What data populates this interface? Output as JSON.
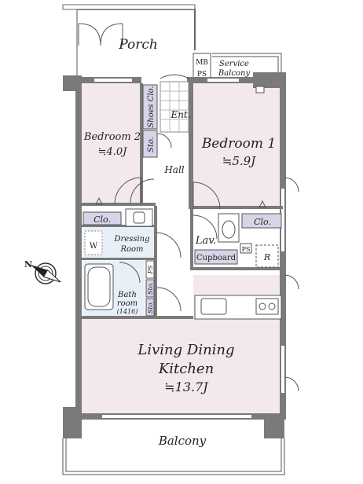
{
  "rooms": {
    "porch": "Porch",
    "mbps_line1": "MB",
    "mbps_line2": "PS",
    "service_balcony_line1": "Service",
    "service_balcony_line2": "Balcony",
    "shoes_clo": "Shoes Clo.",
    "ent": "Ent.",
    "sto_ent": "Sto.",
    "bedroom2_name": "Bedroom 2",
    "bedroom2_size": "≒4.0J",
    "bedroom1_name": "Bedroom 1",
    "bedroom1_size": "≒5.9J",
    "hall": "Hall",
    "clo_left": "Clo.",
    "clo_right": "Clo.",
    "dressing_line1": "Dressing",
    "dressing_line2": "Room",
    "lav": "Lav.",
    "ps_small": "PS",
    "cupboard": "Cupboard",
    "r_mark": "R",
    "bath_line1": "Bath",
    "bath_line2": "room",
    "bath_size": "(1416)",
    "ps_vertical": "PS",
    "sto_1": "Sto.",
    "sto_2": "Sto.",
    "ldk_line1": "Living Dining",
    "ldk_line2": "Kitchen",
    "ldk_size": "≒13.7J",
    "balcony": "Balcony",
    "washer_mark": "W"
  },
  "compass": {
    "north_label": "N"
  },
  "colors": {
    "room_fill": "#f3e9ea",
    "wet_fill": "#e7f0f7",
    "storage_fill": "#d9d3e8",
    "wall": "#7a7a7a"
  }
}
